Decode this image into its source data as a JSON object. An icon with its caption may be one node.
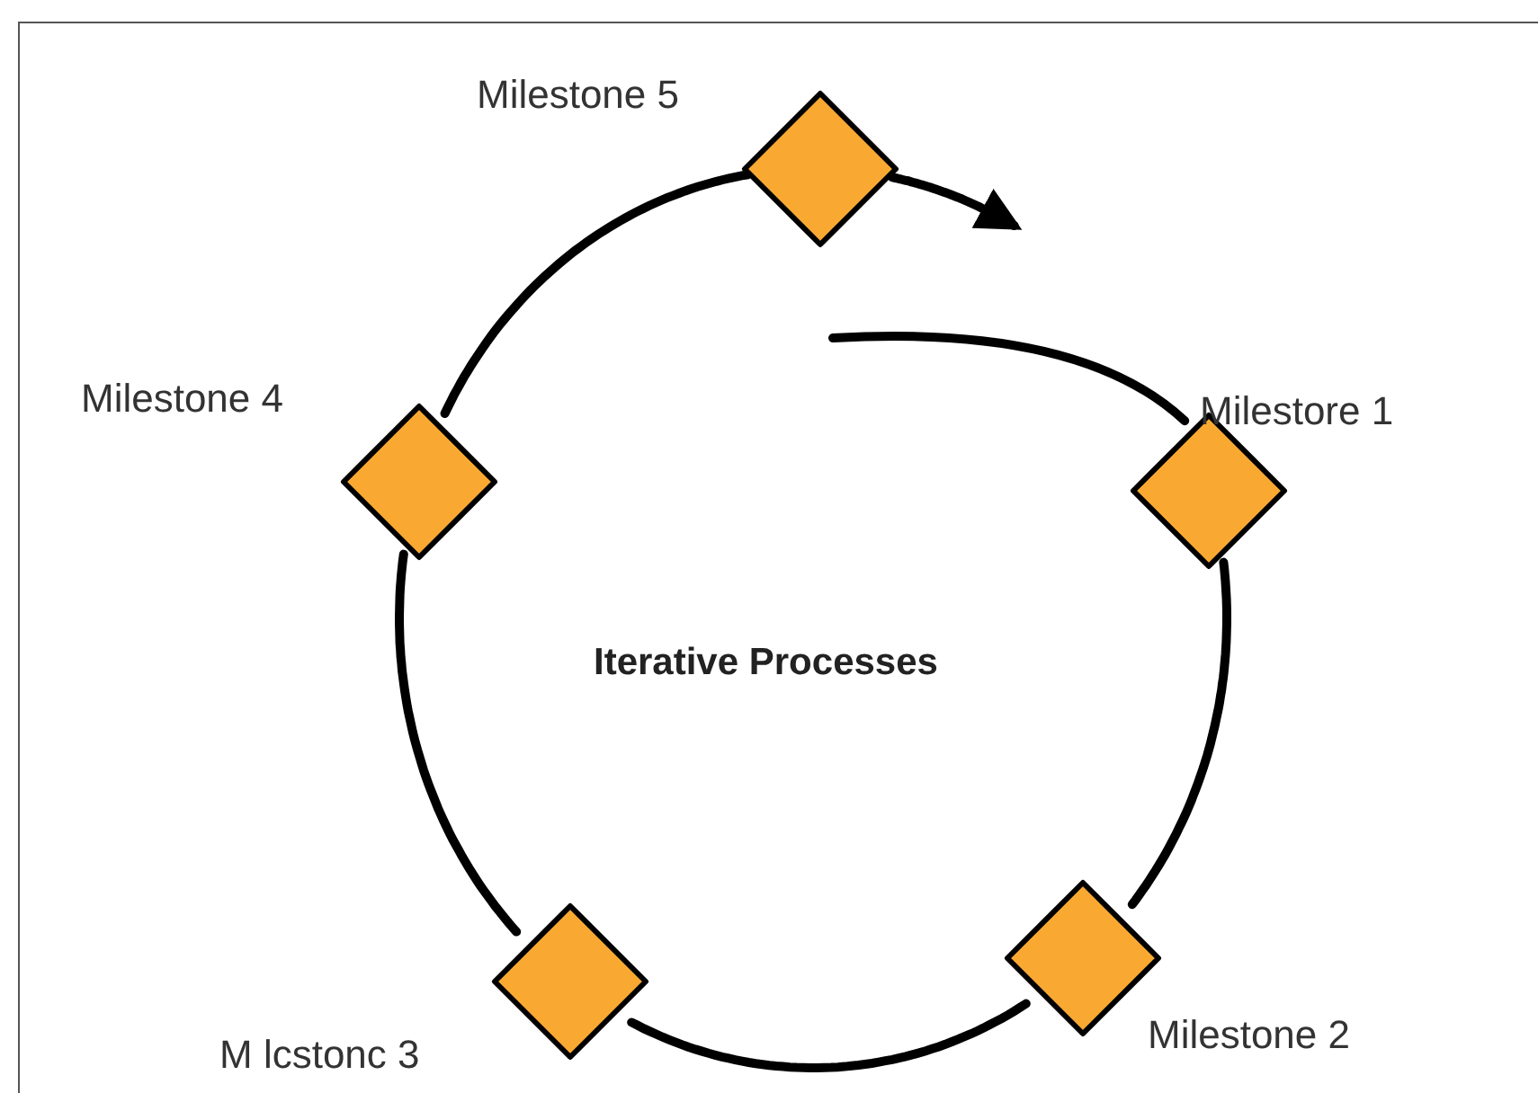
{
  "diagram": {
    "nodes": [
      {
        "text": [],
        "shape": "diamond",
        "beside": [
          "Milestore 1"
        ]
      },
      {
        "text": [],
        "shape": "diamond",
        "beside": [
          "Milestone 2"
        ]
      },
      {
        "text": [],
        "shape": "diamond",
        "beside": [
          "M lcstonc 3"
        ]
      },
      {
        "text": [],
        "shape": "diamond",
        "beside": [
          "Milestone 4"
        ]
      },
      {
        "text": [],
        "shape": "diamond",
        "beside": [
          "Milestone 5"
        ]
      }
    ],
    "edges": [
      {
        "from": null,
        "to": 0,
        "arrow": "none"
      },
      {
        "from": 0,
        "to": 1,
        "arrow": "none"
      },
      {
        "from": 1,
        "to": 2,
        "arrow": "none"
      },
      {
        "from": 2,
        "to": 3,
        "arrow": "none"
      },
      {
        "from": 3,
        "to": 4,
        "arrow": "none"
      },
      {
        "from": 4,
        "to": null,
        "arrow": "to"
      }
    ],
    "labels": [
      "Iterative Processes"
    ]
  }
}
